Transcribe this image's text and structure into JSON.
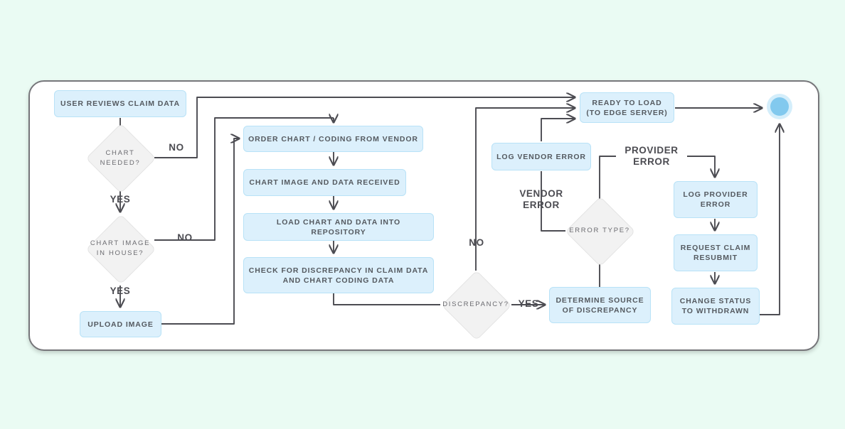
{
  "canvas": {
    "background_color": "#eafbf3",
    "card_background": "#ffffff",
    "card_border_color": "#76767a",
    "process_fill": "#dcf0fc",
    "process_border": "#b8e2f7",
    "decision_fill": "#f2f2f2",
    "decision_border": "#e3e3e3",
    "connector_color": "#4c4c52",
    "terminal_outer_color": "#d4eefb",
    "terminal_inner_color": "#82c9ee"
  },
  "chart_data": {
    "type": "diagram",
    "title": "Claim Chart Review Flowchart",
    "nodes": [
      {
        "id": "user-reviews-claim-data",
        "kind": "process",
        "label": "USER REVIEWS CLAIM DATA"
      },
      {
        "id": "chart-needed",
        "kind": "decision",
        "label": "CHART NEEDED?"
      },
      {
        "id": "chart-image-in-house",
        "kind": "decision",
        "label": "CHART IMAGE IN HOUSE?"
      },
      {
        "id": "upload-image",
        "kind": "process",
        "label": "UPLOAD IMAGE"
      },
      {
        "id": "order-chart-coding-from-vendor",
        "kind": "process",
        "label": "ORDER CHART / CODING FROM VENDOR"
      },
      {
        "id": "chart-image-and-data-received",
        "kind": "process",
        "label": "CHART IMAGE AND DATA RECEIVED"
      },
      {
        "id": "load-chart-and-data-into-repository",
        "kind": "process",
        "label": "LOAD CHART AND DATA INTO REPOSITORY"
      },
      {
        "id": "check-for-discrepancy",
        "kind": "process",
        "label": "CHECK FOR DISCREPANCY IN CLAIM DATA AND CHART CODING DATA"
      },
      {
        "id": "discrepancy",
        "kind": "decision",
        "label": "DISCREPANCY?"
      },
      {
        "id": "determine-source-of-discrepancy",
        "kind": "process",
        "label": "DETERMINE SOURCE OF DISCREPANCY"
      },
      {
        "id": "error-type",
        "kind": "decision",
        "label": "ERROR TYPE?"
      },
      {
        "id": "log-vendor-error",
        "kind": "process",
        "label": "LOG VENDOR ERROR"
      },
      {
        "id": "log-provider-error",
        "kind": "process",
        "label": "LOG PROVIDER ERROR"
      },
      {
        "id": "request-claim-resubmit",
        "kind": "process",
        "label": "REQUEST CLAIM RESUBMIT"
      },
      {
        "id": "change-status-to-withdrawn",
        "kind": "process",
        "label": "CHANGE STATUS TO WITHDRAWN"
      },
      {
        "id": "ready-to-load",
        "kind": "process",
        "label": "READY TO LOAD (TO EDGE SERVER)"
      },
      {
        "id": "end-terminal",
        "kind": "terminal",
        "label": ""
      }
    ],
    "edges": [
      {
        "from": "user-reviews-claim-data",
        "to": "chart-needed",
        "label": ""
      },
      {
        "from": "chart-needed",
        "to": "ready-to-load",
        "label": "NO"
      },
      {
        "from": "chart-needed",
        "to": "chart-image-in-house",
        "label": "YES"
      },
      {
        "from": "chart-image-in-house",
        "to": "order-chart-coding-from-vendor",
        "label": "NO"
      },
      {
        "from": "chart-image-in-house",
        "to": "upload-image",
        "label": "YES"
      },
      {
        "from": "upload-image",
        "to": "order-chart-coding-from-vendor",
        "label": ""
      },
      {
        "from": "order-chart-coding-from-vendor",
        "to": "chart-image-and-data-received",
        "label": ""
      },
      {
        "from": "chart-image-and-data-received",
        "to": "load-chart-and-data-into-repository",
        "label": ""
      },
      {
        "from": "load-chart-and-data-into-repository",
        "to": "check-for-discrepancy",
        "label": ""
      },
      {
        "from": "check-for-discrepancy",
        "to": "discrepancy",
        "label": ""
      },
      {
        "from": "discrepancy",
        "to": "ready-to-load",
        "label": "NO"
      },
      {
        "from": "discrepancy",
        "to": "determine-source-of-discrepancy",
        "label": "YES"
      },
      {
        "from": "determine-source-of-discrepancy",
        "to": "error-type",
        "label": ""
      },
      {
        "from": "error-type",
        "to": "log-vendor-error",
        "label": "VENDOR ERROR"
      },
      {
        "from": "error-type",
        "to": "log-provider-error",
        "label": "PROVIDER ERROR"
      },
      {
        "from": "log-vendor-error",
        "to": "ready-to-load",
        "label": ""
      },
      {
        "from": "log-provider-error",
        "to": "request-claim-resubmit",
        "label": ""
      },
      {
        "from": "request-claim-resubmit",
        "to": "change-status-to-withdrawn",
        "label": ""
      },
      {
        "from": "change-status-to-withdrawn",
        "to": "end-terminal",
        "label": ""
      },
      {
        "from": "ready-to-load",
        "to": "end-terminal",
        "label": ""
      }
    ]
  },
  "nodes": {
    "user_reviews_claim_data": "USER REVIEWS CLAIM DATA",
    "chart_needed": "CHART NEEDED?",
    "chart_image_in_house": "CHART IMAGE IN HOUSE?",
    "upload_image": "UPLOAD IMAGE",
    "order_chart": "ORDER CHART / CODING FROM VENDOR",
    "chart_image_received": "CHART IMAGE AND DATA RECEIVED",
    "load_chart": "LOAD CHART AND DATA INTO REPOSITORY",
    "check_discrepancy_line1": "CHECK FOR DISCREPANCY IN CLAIM DATA",
    "check_discrepancy_line2": "AND CHART CODING DATA",
    "discrepancy": "DISCREPANCY?",
    "determine_source_line1": "DETERMINE SOURCE",
    "determine_source_line2": "OF DISCREPANCY",
    "error_type": "ERROR TYPE?",
    "log_vendor_error": "LOG VENDOR ERROR",
    "log_provider_error_line1": "LOG PROVIDER",
    "log_provider_error_line2": "ERROR",
    "request_claim_resubmit_line1": "REQUEST CLAIM",
    "request_claim_resubmit_line2": "RESUBMIT",
    "change_status_line1": "CHANGE STATUS",
    "change_status_line2": "TO WITHDRAWN",
    "ready_to_load_line1": "READY TO LOAD",
    "ready_to_load_line2": "(TO EDGE SERVER)"
  },
  "edge_labels": {
    "chart_needed_no": "NO",
    "chart_needed_yes": "YES",
    "chart_image_no": "NO",
    "chart_image_yes": "YES",
    "discrepancy_no": "NO",
    "discrepancy_yes": "YES",
    "vendor_error_line1": "VENDOR",
    "vendor_error_line2": "ERROR",
    "provider_error_line1": "PROVIDER",
    "provider_error_line2": "ERROR"
  }
}
